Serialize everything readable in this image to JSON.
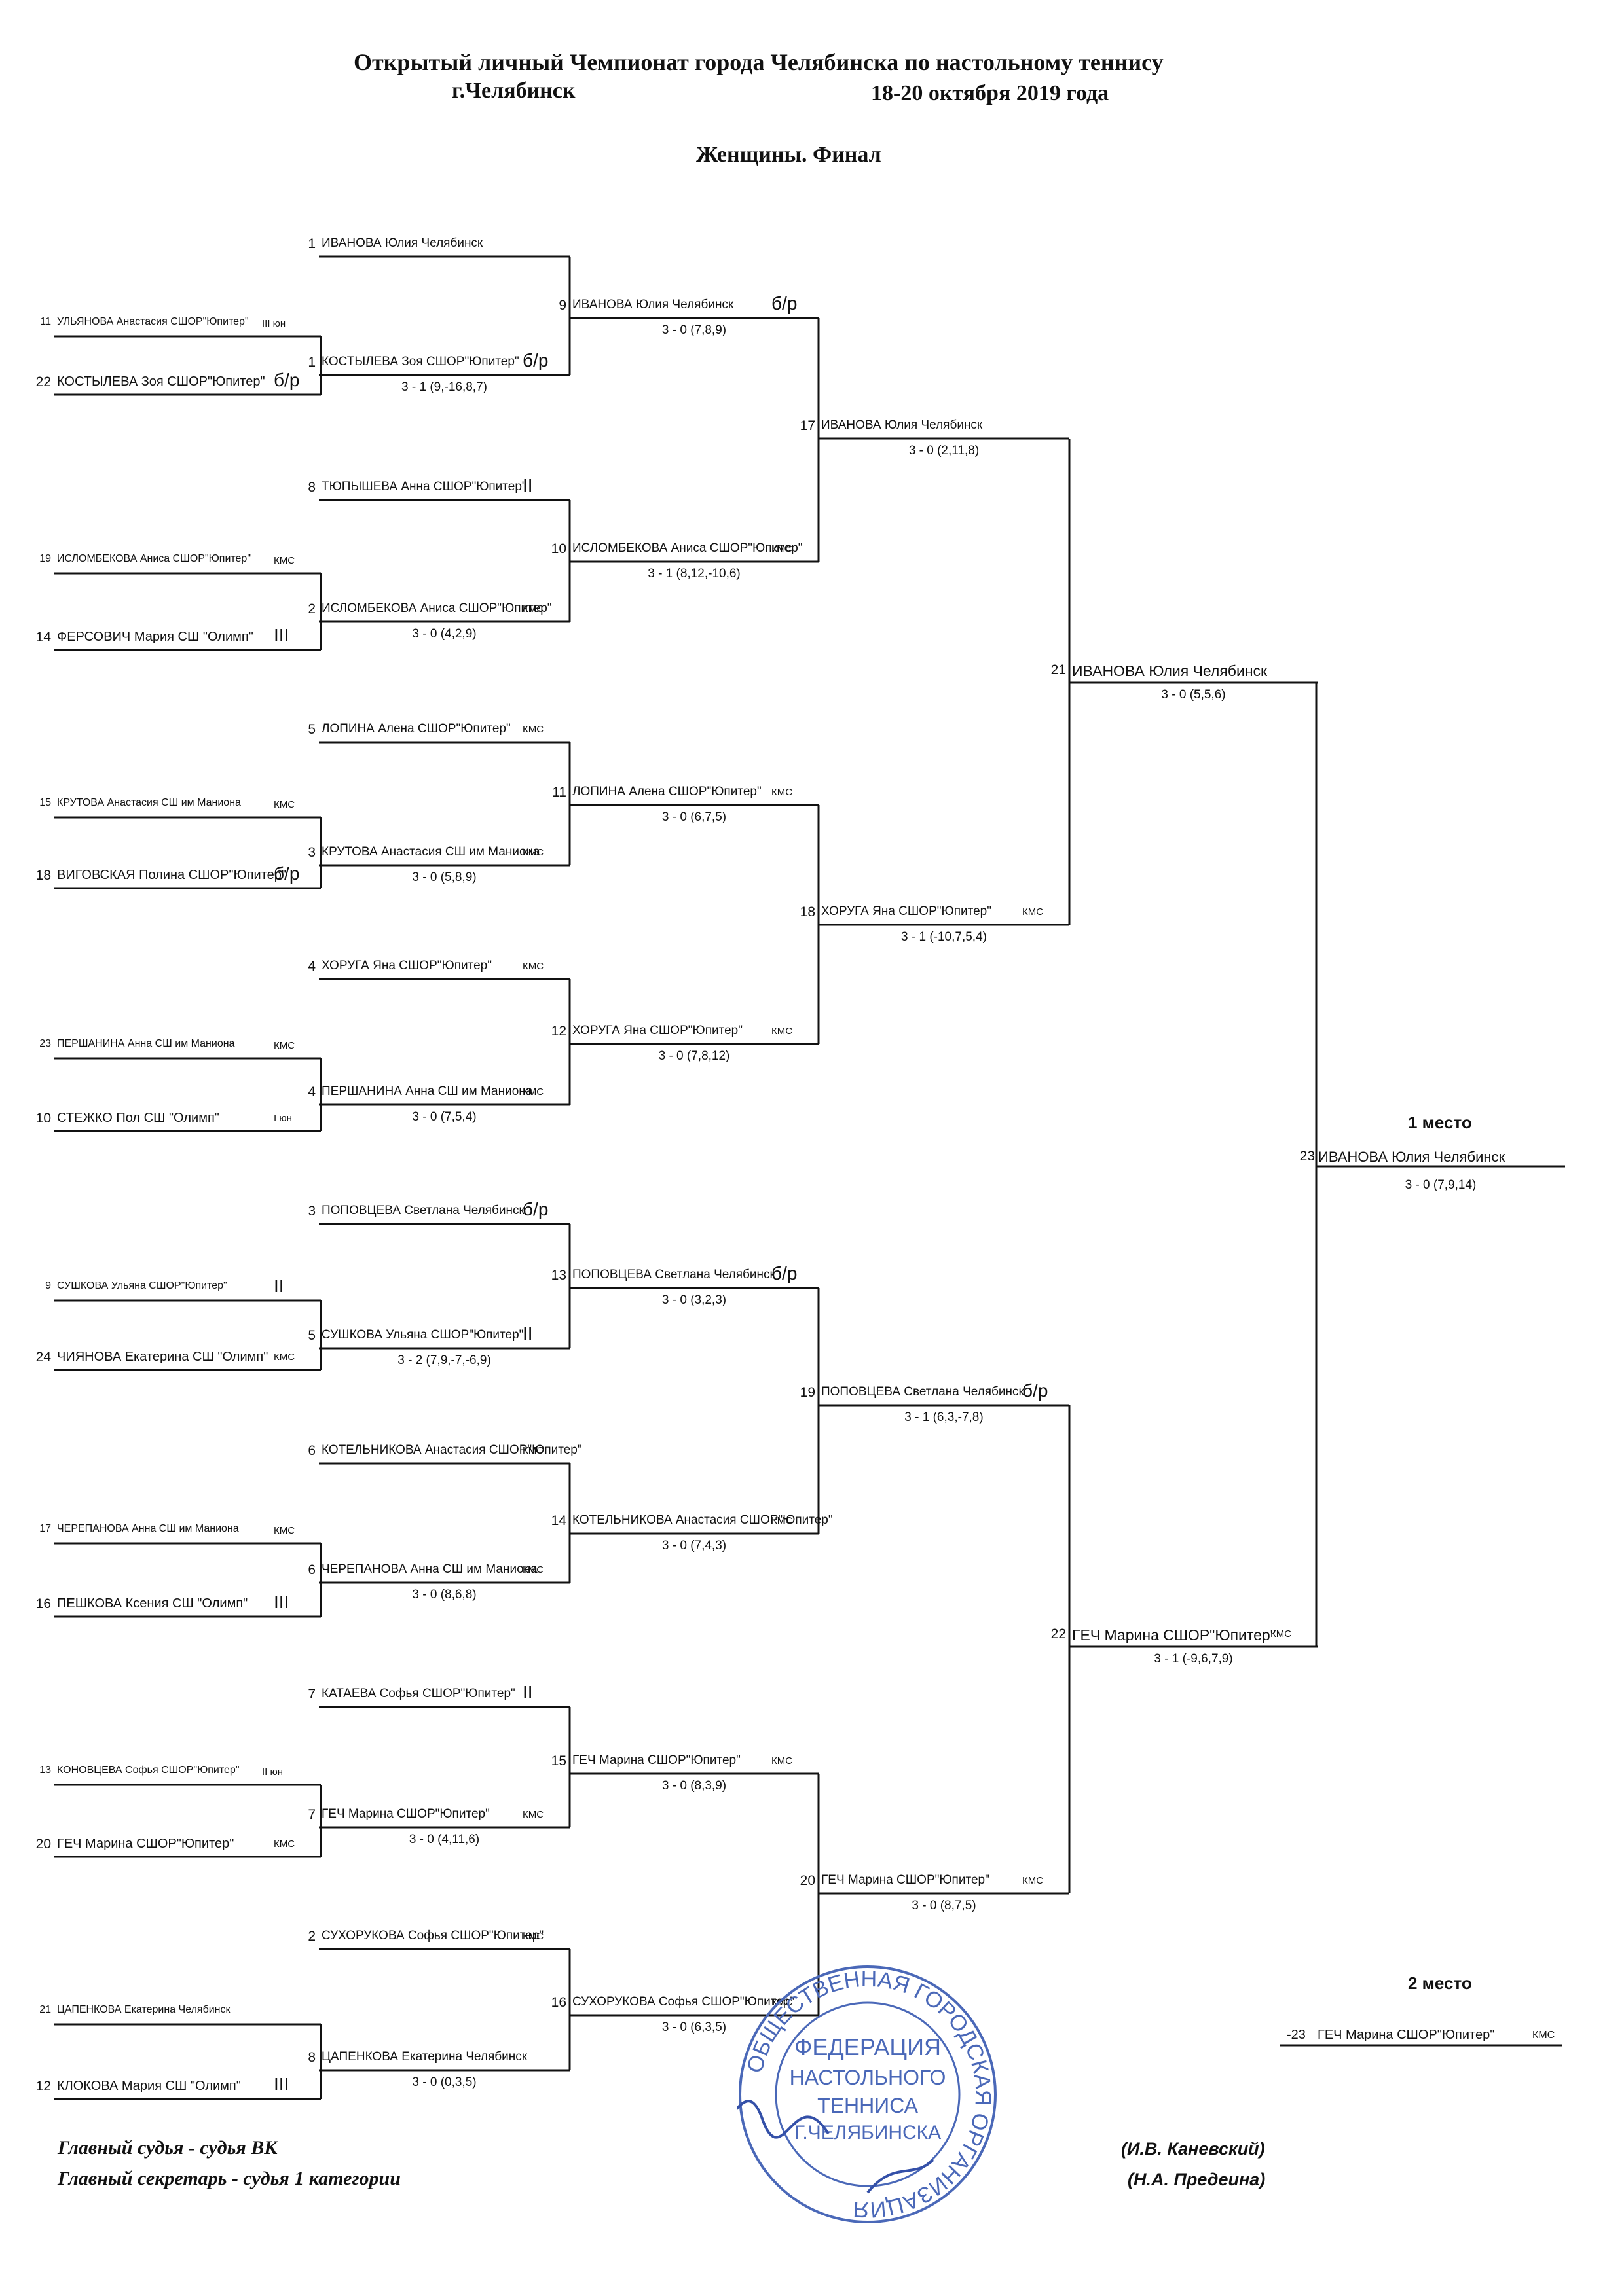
{
  "header": {
    "line1": "Открытый  личный Чемпионат  города  Челябинска  по настольному теннису",
    "city": "г.Челябинск",
    "dates": "18-20 октября 2019 года",
    "subtitle": "Женщины. Финал"
  },
  "r0": [
    {
      "num": "11",
      "name": "УЛЬЯНОВА Анастасия  СШОР\"Юпитер\"",
      "grade": "III юн"
    },
    {
      "num": "22",
      "name": "КОСТЫЛЕВА Зоя  СШОР\"Юпитер\"",
      "grade": "б/р"
    },
    {
      "num": "19",
      "name": "ИСЛОМБЕКОВА Аниса  СШОР\"Юпитер\"",
      "grade": "КМС"
    },
    {
      "num": "14",
      "name": "ФЕРСОВИЧ Мария  СШ \"Олимп\"",
      "grade": "III"
    },
    {
      "num": "15",
      "name": "КРУТОВА Анастасия  СШ им Маниона",
      "grade": "КМС"
    },
    {
      "num": "18",
      "name": "ВИГОВСКАЯ Полина  СШОР\"Юпитер\"",
      "grade": "б/р"
    },
    {
      "num": "23",
      "name": "ПЕРШАНИНА Анна  СШ им Маниона",
      "grade": "КМС"
    },
    {
      "num": "10",
      "name": "СТЕЖКО Пол СШ \"Олимп\"",
      "grade": "I юн"
    },
    {
      "num": "9",
      "name": "СУШКОВА Ульяна  СШОР\"Юпитер\"",
      "grade": "II"
    },
    {
      "num": "24",
      "name": "ЧИЯНОВА Екатерина  СШ \"Олимп\"",
      "grade": "КМС"
    },
    {
      "num": "17",
      "name": "ЧЕРЕПАНОВА Анна  СШ им Маниона",
      "grade": "КМС"
    },
    {
      "num": "16",
      "name": "ПЕШКОВА Ксения  СШ \"Олимп\"",
      "grade": "III"
    },
    {
      "num": "13",
      "name": "КОНОВЦЕВА Софья  СШОР\"Юпитер\"",
      "grade": "II юн"
    },
    {
      "num": "20",
      "name": "ГЕЧ Марина  СШОР\"Юпитер\"",
      "grade": "КМС"
    },
    {
      "num": "21",
      "name": "ЦАПЕНКОВА Екатерина  Челябинск",
      "grade": ""
    },
    {
      "num": "12",
      "name": "КЛОКОВА Мария  СШ \"Олимп\"",
      "grade": "III"
    }
  ],
  "r1": [
    {
      "num": "1",
      "name": "ИВАНОВА Юлия  Челябинск",
      "grade": ""
    },
    {
      "num": "1",
      "name": "КОСТЫЛЕВА Зоя  СШОР\"Юпитер\"",
      "grade": "б/р",
      "score": "3 - 1 (9,-16,8,7)"
    },
    {
      "num": "8",
      "name": "ТЮПЫШЕВА Анна  СШОР\"Юпитер\"",
      "grade": "II"
    },
    {
      "num": "2",
      "name": "ИСЛОМБЕКОВА Аниса  СШОР\"Юпитер\"",
      "grade": "КМС",
      "score": "3 - 0 (4,2,9)"
    },
    {
      "num": "5",
      "name": "ЛОПИНА Алена  СШОР\"Юпитер\"",
      "grade": "КМС"
    },
    {
      "num": "3",
      "name": "КРУТОВА Анастасия  СШ им Маниона",
      "grade": "КМС",
      "score": "3 - 0 (5,8,9)"
    },
    {
      "num": "4",
      "name": "ХОРУГА Яна  СШОР\"Юпитер\"",
      "grade": "КМС"
    },
    {
      "num": "4",
      "name": "ПЕРШАНИНА Анна  СШ им Маниона",
      "grade": "КМС",
      "score": "3 - 0 (7,5,4)"
    },
    {
      "num": "3",
      "name": "ПОПОВЦЕВА Светлана  Челябинск",
      "grade": "б/р"
    },
    {
      "num": "5",
      "name": "СУШКОВА Ульяна  СШОР\"Юпитер\"",
      "grade": "II",
      "score": "3 - 2 (7,9,-7,-6,9)"
    },
    {
      "num": "6",
      "name": "КОТЕЛЬНИКОВА Анастасия  СШОР\"Юпитер\"",
      "grade": "КМС"
    },
    {
      "num": "6",
      "name": "ЧЕРЕПАНОВА Анна  СШ им Маниона",
      "grade": "КМС",
      "score": "3 - 0 (8,6,8)"
    },
    {
      "num": "7",
      "name": "КАТАЕВА Софья  СШОР\"Юпитер\"",
      "grade": "II"
    },
    {
      "num": "7",
      "name": "ГЕЧ Марина  СШОР\"Юпитер\"",
      "grade": "КМС",
      "score": "3 - 0 (4,11,6)"
    },
    {
      "num": "2",
      "name": "СУХОРУКОВА Софья  СШОР\"Юпитер\"",
      "grade": "КМС"
    },
    {
      "num": "8",
      "name": "ЦАПЕНКОВА Екатерина  Челябинск",
      "grade": "",
      "score": "3 - 0 (0,3,5)"
    }
  ],
  "r2": [
    {
      "num": "9",
      "name": "ИВАНОВА Юлия  Челябинск",
      "grade": "б/р",
      "score": "3 - 0 (7,8,9)"
    },
    {
      "num": "10",
      "name": "ИСЛОМБЕКОВА Аниса  СШОР\"Юпитер\"",
      "grade": "КМС",
      "score": "3 - 1 (8,12,-10,6)"
    },
    {
      "num": "11",
      "name": "ЛОПИНА Алена  СШОР\"Юпитер\"",
      "grade": "КМС",
      "score": "3 - 0 (6,7,5)"
    },
    {
      "num": "12",
      "name": "ХОРУГА Яна  СШОР\"Юпитер\"",
      "grade": "КМС",
      "score": "3 - 0 (7,8,12)"
    },
    {
      "num": "13",
      "name": "ПОПОВЦЕВА Светлана  Челябинск",
      "grade": "б/р",
      "score": "3 - 0 (3,2,3)"
    },
    {
      "num": "14",
      "name": "КОТЕЛЬНИКОВА Анастасия  СШОР\"Юпитер\"",
      "grade": "КМС",
      "score": "3 - 0 (7,4,3)"
    },
    {
      "num": "15",
      "name": "ГЕЧ Марина  СШОР\"Юпитер\"",
      "grade": "КМС",
      "score": "3 - 0 (8,3,9)"
    },
    {
      "num": "16",
      "name": "СУХОРУКОВА Софья  СШОР\"Юпитер\"",
      "grade": "КМС",
      "score": "3 - 0 (6,3,5)"
    }
  ],
  "r3": [
    {
      "num": "17",
      "name": "ИВАНОВА Юлия  Челябинск",
      "grade": "",
      "score": "3 - 0 (2,11,8)"
    },
    {
      "num": "18",
      "name": "ХОРУГА Яна  СШОР\"Юпитер\"",
      "grade": "КМС",
      "score": "3 - 1 (-10,7,5,4)"
    },
    {
      "num": "19",
      "name": "ПОПОВЦЕВА Светлана  Челябинск",
      "grade": "б/р",
      "score": "3 - 1 (6,3,-7,8)"
    },
    {
      "num": "20",
      "name": "ГЕЧ Марина  СШОР\"Юпитер\"",
      "grade": "КМС",
      "score": "3 - 0 (8,7,5)"
    }
  ],
  "r4": [
    {
      "num": "21",
      "name": "ИВАНОВА Юлия  Челябинск",
      "grade": "",
      "score": "3 - 0 (5,5,6)"
    },
    {
      "num": "22",
      "name": "ГЕЧ Марина  СШОР\"Юпитер\"",
      "grade": "КМС",
      "score": "3 - 1 (-9,6,7,9)"
    }
  ],
  "final": {
    "place1": "1 место",
    "num": "23",
    "name": "ИВАНОВА Юлия  Челябинск",
    "score": "3 - 0 (7,9,14)",
    "place2": "2 место",
    "loser_num": "-23",
    "loser_name": "ГЕЧ Марина  СШОР\"Юпитер\"",
    "loser_grade": "КМС"
  },
  "footer": {
    "judge": "Главный судья - судья ВК",
    "secretary": "Главный секретарь - судья 1 категории",
    "judge_name": "(И.В. Каневский)",
    "secretary_name": "(Н.А. Предеина)"
  },
  "stamp": {
    "outer": "ОБЩЕСТВЕННАЯ  ГОРОДСКАЯ  ОРГАНИЗАЦИЯ",
    "l1": "ФЕДЕРАЦИЯ",
    "l2": "НАСТОЛЬНОГО",
    "l3": "ТЕННИСА",
    "l4": "Г.ЧЕЛЯБИНСКА"
  }
}
